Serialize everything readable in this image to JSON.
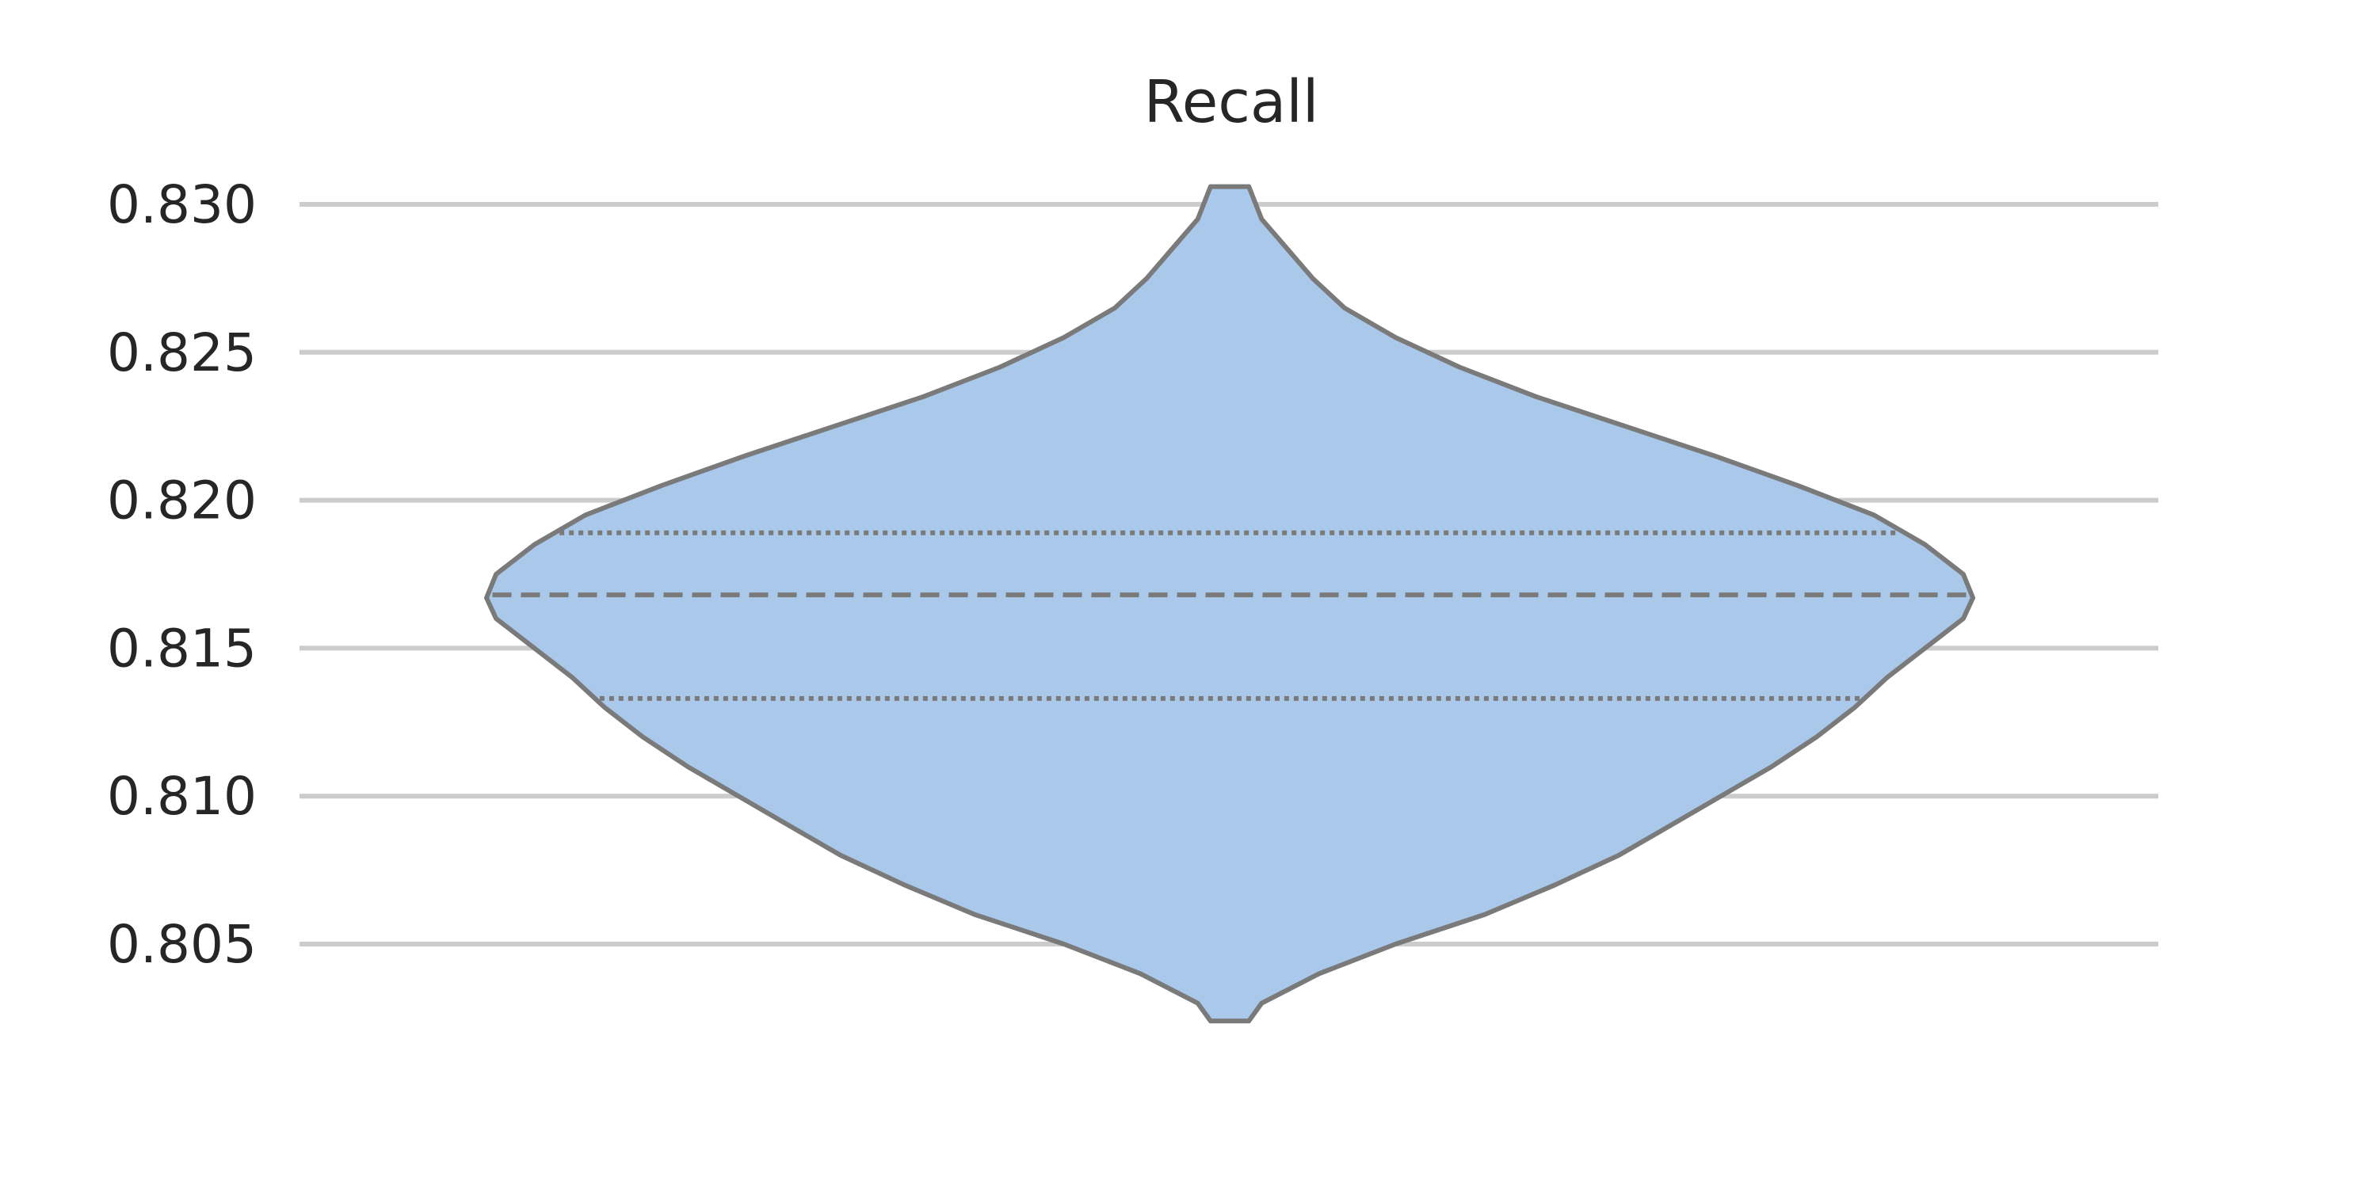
{
  "chart_data": {
    "type": "violin",
    "title": "Recall",
    "xlabel": "",
    "ylabel": "",
    "ylim": [
      0.8015,
      0.832
    ],
    "yticks": [
      0.805,
      0.81,
      0.815,
      0.82,
      0.825,
      0.83
    ],
    "ytick_labels": [
      "0.805",
      "0.810",
      "0.815",
      "0.820",
      "0.825",
      "0.830"
    ],
    "grid": true,
    "inner": "quartile",
    "violin_color": "#aac8ea",
    "edge_color": "#7a7a7a",
    "grid_color": "#cccccc",
    "series": [
      {
        "min": 0.8024,
        "max": 0.8306,
        "q1": 0.8133,
        "median": 0.8168,
        "q3": 0.8189,
        "density": [
          [
            0.8024,
            0.03
          ],
          [
            0.803,
            0.05
          ],
          [
            0.804,
            0.14
          ],
          [
            0.805,
            0.26
          ],
          [
            0.806,
            0.4
          ],
          [
            0.807,
            0.51
          ],
          [
            0.808,
            0.61
          ],
          [
            0.809,
            0.69
          ],
          [
            0.81,
            0.77
          ],
          [
            0.811,
            0.85
          ],
          [
            0.812,
            0.92
          ],
          [
            0.813,
            0.98
          ],
          [
            0.814,
            1.03
          ],
          [
            0.815,
            1.09
          ],
          [
            0.816,
            1.15
          ],
          [
            0.8167,
            1.165
          ],
          [
            0.8175,
            1.15
          ],
          [
            0.8185,
            1.09
          ],
          [
            0.8195,
            1.01
          ],
          [
            0.8205,
            0.89
          ],
          [
            0.8215,
            0.76
          ],
          [
            0.8225,
            0.62
          ],
          [
            0.8235,
            0.48
          ],
          [
            0.8245,
            0.36
          ],
          [
            0.8255,
            0.26
          ],
          [
            0.8265,
            0.18
          ],
          [
            0.8275,
            0.13
          ],
          [
            0.8285,
            0.09
          ],
          [
            0.8295,
            0.05
          ],
          [
            0.8306,
            0.03
          ]
        ]
      }
    ]
  }
}
